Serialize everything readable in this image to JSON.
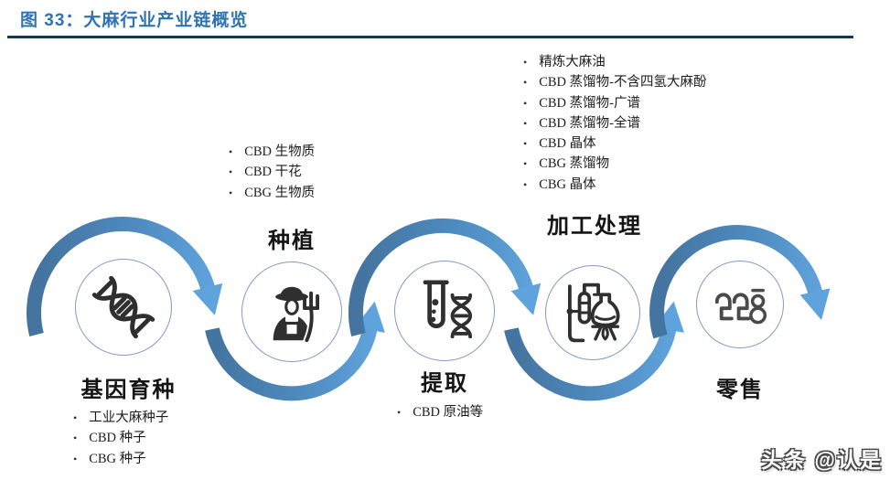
{
  "figure": {
    "title": "图 33：大麻行业产业链概览"
  },
  "stages": [
    {
      "id": "genetics",
      "label": "基因育种",
      "icon": "dna-icon",
      "items": [
        "工业大麻种子",
        "CBD 种子",
        "CBG 种子"
      ]
    },
    {
      "id": "planting",
      "label": "种植",
      "icon": "farmer-icon",
      "items": [
        "CBD 生物质",
        "CBD 干花",
        "CBG 生物质"
      ]
    },
    {
      "id": "extraction",
      "label": "提取",
      "icon": "test-tube-icon",
      "items": [
        "CBD 原油等"
      ]
    },
    {
      "id": "processing",
      "label": "加工处理",
      "icon": "distillation-icon",
      "items": [
        "精炼大麻油",
        "CBD 蒸馏物-不含四氢大麻酚",
        "CBD 蒸馏物-广谱",
        "CBD 蒸馏物-全谱",
        "CBD 晶体",
        "CBG 蒸馏物",
        "CBG 晶体"
      ]
    },
    {
      "id": "retail",
      "label": "零售",
      "icon": "retail-icon",
      "items": []
    }
  ],
  "watermark": {
    "text": "头条 @认是"
  },
  "colors": {
    "title": "#2E74B5",
    "rule": "#17365D",
    "arrow_tail": "#44749F",
    "arrow_head": "#5FA3DC",
    "circle_border": "#8498C8",
    "icon_ink": "#2F2F2F"
  }
}
